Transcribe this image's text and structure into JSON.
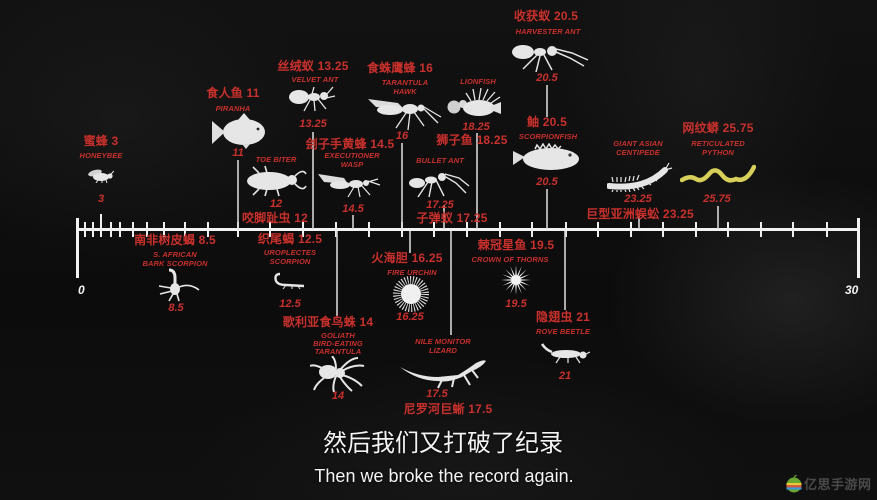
{
  "video": {
    "subtitle_cn": "然后我们又打破了纪录",
    "subtitle_en": "Then we broke the record again."
  },
  "watermark": {
    "text": "亿思手游网",
    "icon": "apple-logo-icon"
  },
  "colors": {
    "label_red": "#c8302c",
    "icon_white": "#e6e6e6",
    "python_yellow": "#d6cf5a",
    "axis_white": "#f2f2f2",
    "background": "#0e0e0e",
    "subtitle_white": "#f4f4f4"
  },
  "chart_data": {
    "type": "scatter",
    "title": "",
    "xlabel": "",
    "ylabel": "",
    "xlim": [
      0,
      30
    ],
    "grid": false,
    "legend": null,
    "axis_labels": {
      "min": "0",
      "max": "30"
    },
    "annotations": "Number line of species ranked by pain score; labels alternate above and below the axis, each with Chinese name, English name, silhouette icon and value",
    "points": [
      {
        "name_cn": "蜜蜂",
        "name_en": [
          "HONEYBEE"
        ],
        "value": 3,
        "side": "above",
        "icon": "honeybee-icon"
      },
      {
        "name_cn": "食人鱼",
        "name_en": [
          "PIRANHA"
        ],
        "value": 11,
        "side": "above",
        "icon": "piranha-icon"
      },
      {
        "name_cn": "咬脚趾虫",
        "name_en": [
          "TOE BITER"
        ],
        "value": 12,
        "side": "above",
        "icon": "toe-biter-icon"
      },
      {
        "name_cn": "丝绒蚁",
        "name_en": [
          "VELVET ANT"
        ],
        "value": 13.25,
        "side": "above",
        "icon": "velvet-ant-icon"
      },
      {
        "name_cn": "刽子手黄蜂",
        "name_en": [
          "EXECUTIONER",
          "WASP"
        ],
        "value": 14.5,
        "side": "above",
        "icon": "executioner-wasp-icon"
      },
      {
        "name_cn": "食蛛鹰蜂",
        "name_en": [
          "TARANTULA",
          "HAWK"
        ],
        "value": 16,
        "side": "above",
        "icon": "tarantula-hawk-icon"
      },
      {
        "name_cn": "子弹蚁",
        "name_en": [
          "BULLET ANT"
        ],
        "value": 17.25,
        "side": "above",
        "icon": "bullet-ant-icon"
      },
      {
        "name_cn": "狮子鱼",
        "name_en": [
          "LIONFISH"
        ],
        "value": 18.25,
        "side": "above",
        "icon": "lionfish-icon"
      },
      {
        "name_cn": "收获蚁",
        "name_en": [
          "HARVESTER ANT"
        ],
        "value": 20.5,
        "side": "above",
        "icon": "harvester-ant-icon"
      },
      {
        "name_cn": "鲉",
        "name_en": [
          "SCORPIONFISH"
        ],
        "value": 20.5,
        "side": "above",
        "icon": "scorpionfish-icon"
      },
      {
        "name_cn": "巨型亚洲蜈蚣",
        "name_en": [
          "GIANT ASIAN",
          "CENTIPEDE"
        ],
        "value": 23.25,
        "side": "above",
        "icon": "centipede-icon"
      },
      {
        "name_cn": "网纹蟒",
        "name_en": [
          "RETICULATED",
          "PYTHON"
        ],
        "value": 25.75,
        "side": "above",
        "icon": "python-icon"
      },
      {
        "name_cn": "南非树皮蝎",
        "name_en": [
          "S. AFRICAN",
          "BARK SCORPION"
        ],
        "value": 8.5,
        "side": "below",
        "icon": "bark-scorpion-icon"
      },
      {
        "name_cn": "织尾蝎",
        "name_en": [
          "UROPLECTES",
          "SCORPION"
        ],
        "value": 12.5,
        "side": "below",
        "icon": "uroplectes-scorpion-icon"
      },
      {
        "name_cn": "歌利亚食鸟蛛",
        "name_en": [
          "GOLIATH",
          "BIRD-EATING",
          "TARANTULA"
        ],
        "value": 14,
        "side": "below",
        "icon": "goliath-tarantula-icon"
      },
      {
        "name_cn": "火海胆",
        "name_en": [
          "FIRE URCHIN"
        ],
        "value": 16.25,
        "side": "below",
        "icon": "fire-urchin-icon"
      },
      {
        "name_cn": "尼罗河巨蜥",
        "name_en": [
          "NILE MONITOR",
          "LIZARD"
        ],
        "value": 17.5,
        "side": "below",
        "icon": "nile-monitor-icon"
      },
      {
        "name_cn": "棘冠星鱼",
        "name_en": [
          "CROWN OF THORNS"
        ],
        "value": 19.5,
        "side": "below",
        "icon": "crown-of-thorns-icon"
      },
      {
        "name_cn": "隐翅虫",
        "name_en": [
          "ROVE BEETLE"
        ],
        "value": 21,
        "side": "below",
        "icon": "rove-beetle-icon"
      }
    ]
  }
}
